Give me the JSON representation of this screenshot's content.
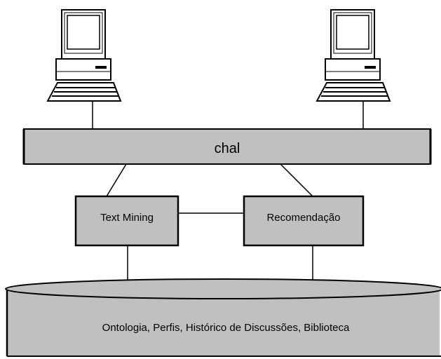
{
  "chat_bus": {
    "label": "chal"
  },
  "modules": {
    "text_mining": {
      "label": "Text Mining"
    },
    "recommendation": {
      "label": "Recomendação"
    }
  },
  "database": {
    "label": "Ontologia, Perfis, Histórico de Discussões, Biblioteca"
  },
  "colors": {
    "fill": "#c0c0c0",
    "stroke": "#000000",
    "background": "#ffffff"
  },
  "icons": [
    "computer-icon",
    "computer-icon"
  ]
}
